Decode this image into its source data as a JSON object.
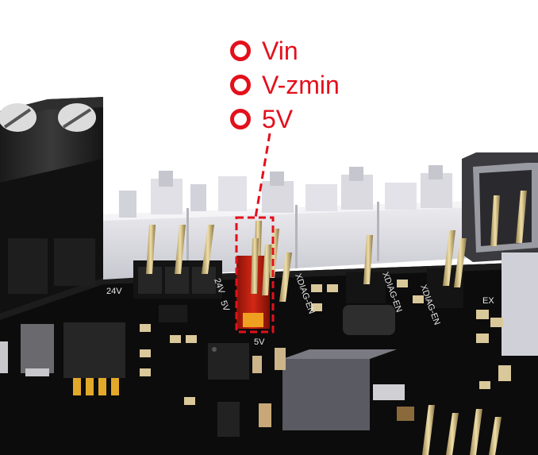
{
  "legend": {
    "items": [
      {
        "label": "Vin"
      },
      {
        "label": "V-zmin"
      },
      {
        "label": "5V"
      }
    ],
    "color": "#e3101c"
  },
  "board": {
    "silkscreen": {
      "left_24v": "24V",
      "mid_24v": "24V",
      "mid_5v": "5V",
      "jumper_5v": "5V",
      "diag_en_1": "XDIAG-EN",
      "diag_en_2": "XDIAG-EN",
      "diag_en_3": "XDIAG-EN",
      "corner": "EX"
    },
    "colors": {
      "pcb": "#0c0c0c",
      "connector": "#dcdce2",
      "jumper": "#b5170d",
      "pin": "#d8c388"
    }
  }
}
